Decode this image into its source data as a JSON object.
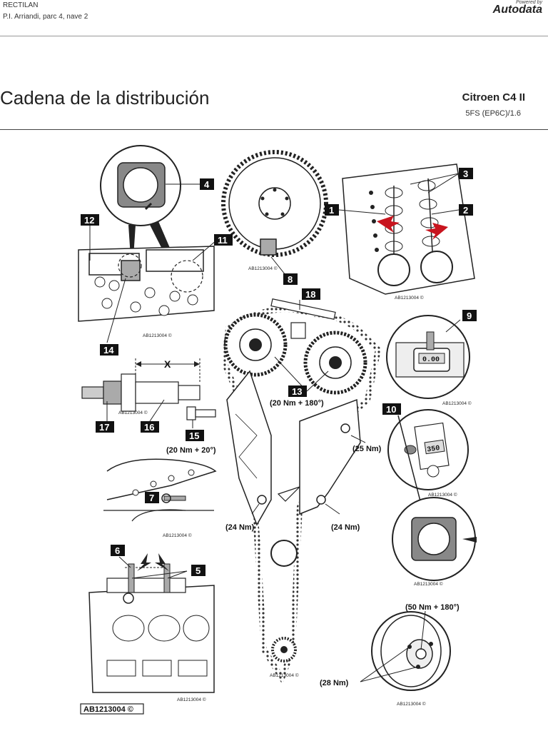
{
  "header": {
    "company": "RECTILAN",
    "address": "P.I. Arriandi, parc 4, nave 2",
    "brand_powered": "Powered by",
    "brand_name": "Autodata"
  },
  "page": {
    "title": "Cadena de la distribución",
    "car_model": "Citroen C4 II",
    "engine": "5FS (EP6C)/1.6"
  },
  "callouts": {
    "c1": "1",
    "c2": "2",
    "c3": "3",
    "c4": "4",
    "c5": "5",
    "c6": "6",
    "c7": "7",
    "c8": "8",
    "c9": "9",
    "c10": "10",
    "c11": "11",
    "c12": "12",
    "c13": "13",
    "c14": "14",
    "c15": "15",
    "c16": "16",
    "c17": "17",
    "c18": "18"
  },
  "torques": {
    "t13": "(20 Nm + 180°)",
    "t15": "(20 Nm + 20°)",
    "t25": "(25 Nm)",
    "t24a": "(24 Nm)",
    "t24b": "(24 Nm)",
    "t50": "(50 Nm + 180°)",
    "t28": "(28 Nm)"
  },
  "dimension_label": "X",
  "gauge_readings": {
    "g9": "0.00",
    "g10": "350"
  },
  "ref_code": "AB1213004",
  "ref_code_boxed": "AB1213004 ©",
  "colors": {
    "accent_arrow": "#c8141e",
    "callout_bg": "#111111",
    "line": "#222222"
  }
}
